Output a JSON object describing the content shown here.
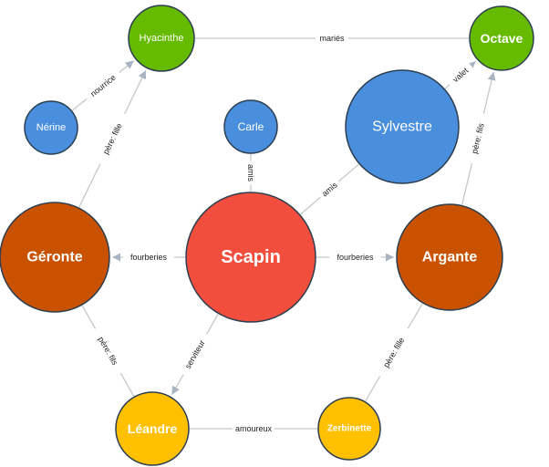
{
  "colors": {
    "green": "#66bb00",
    "blue": "#4a8fde",
    "red": "#f24e3e",
    "rust": "#c85200",
    "yellow": "#ffc000",
    "node_border": "#2c3e50",
    "edge": "#c4c8cc",
    "arrow": "#a9b4c2"
  },
  "nodes": [
    {
      "id": "hyacinthe",
      "label": "Hyacinthe",
      "color": "green"
    },
    {
      "id": "octave",
      "label": "Octave",
      "color": "green"
    },
    {
      "id": "nerine",
      "label": "Nérine",
      "color": "blue"
    },
    {
      "id": "carle",
      "label": "Carle",
      "color": "blue"
    },
    {
      "id": "sylvestre",
      "label": "Sylvestre",
      "color": "blue"
    },
    {
      "id": "geronte",
      "label": "Géronte",
      "color": "rust"
    },
    {
      "id": "scapin",
      "label": "Scapin",
      "color": "red"
    },
    {
      "id": "argante",
      "label": "Argante",
      "color": "rust"
    },
    {
      "id": "leandre",
      "label": "Léandre",
      "color": "yellow"
    },
    {
      "id": "zerbinette",
      "label": "Zerbinette",
      "color": "yellow"
    }
  ],
  "edges": [
    {
      "from": "hyacinthe",
      "to": "octave",
      "label": "mariés",
      "arrow": false
    },
    {
      "from": "nerine",
      "to": "hyacinthe",
      "label": "nourrice",
      "arrow": true
    },
    {
      "from": "geronte",
      "to": "hyacinthe",
      "label": "père: fille",
      "arrow": true
    },
    {
      "from": "carle",
      "to": "scapin",
      "label": "amis",
      "arrow": false
    },
    {
      "from": "sylvestre",
      "to": "octave",
      "label": "valet",
      "arrow": true
    },
    {
      "from": "scapin",
      "to": "sylvestre",
      "label": "amis",
      "arrow": false
    },
    {
      "from": "argante",
      "to": "octave",
      "label": "père: fils",
      "arrow": true
    },
    {
      "from": "scapin",
      "to": "geronte",
      "label": "fourberies",
      "arrow": true
    },
    {
      "from": "scapin",
      "to": "argante",
      "label": "fourberies",
      "arrow": true
    },
    {
      "from": "geronte",
      "to": "leandre",
      "label": "père: fils",
      "arrow": false
    },
    {
      "from": "scapin",
      "to": "leandre",
      "label": "serviteur",
      "arrow": true
    },
    {
      "from": "leandre",
      "to": "zerbinette",
      "label": "amoureux",
      "arrow": false
    },
    {
      "from": "argante",
      "to": "zerbinette",
      "label": "père: fille",
      "arrow": false
    }
  ]
}
